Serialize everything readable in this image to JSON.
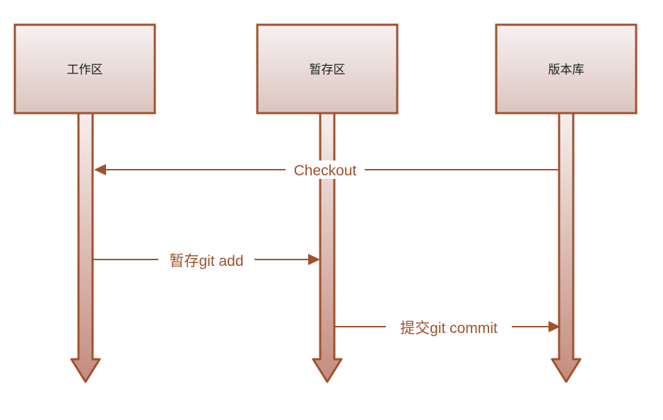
{
  "colors": {
    "box_fill_top": "#f7f2f1",
    "box_fill_bottom": "#dbc4bf",
    "box_stroke": "#a0522d",
    "lifeline_top": "#f6efed",
    "lifeline_bottom": "#c48b7e",
    "message": "#a0522d",
    "background": "#ffffff"
  },
  "participants": [
    {
      "id": "workspace",
      "label": "工作区"
    },
    {
      "id": "staging",
      "label": "暂存区"
    },
    {
      "id": "repository",
      "label": "版本库"
    }
  ],
  "messages": [
    {
      "id": "checkout",
      "label": "Checkout",
      "from": "repository",
      "to": "workspace"
    },
    {
      "id": "add",
      "label": "暂存git add",
      "from": "workspace",
      "to": "staging"
    },
    {
      "id": "commit",
      "label": "提交git commit",
      "from": "staging",
      "to": "repository"
    }
  ]
}
